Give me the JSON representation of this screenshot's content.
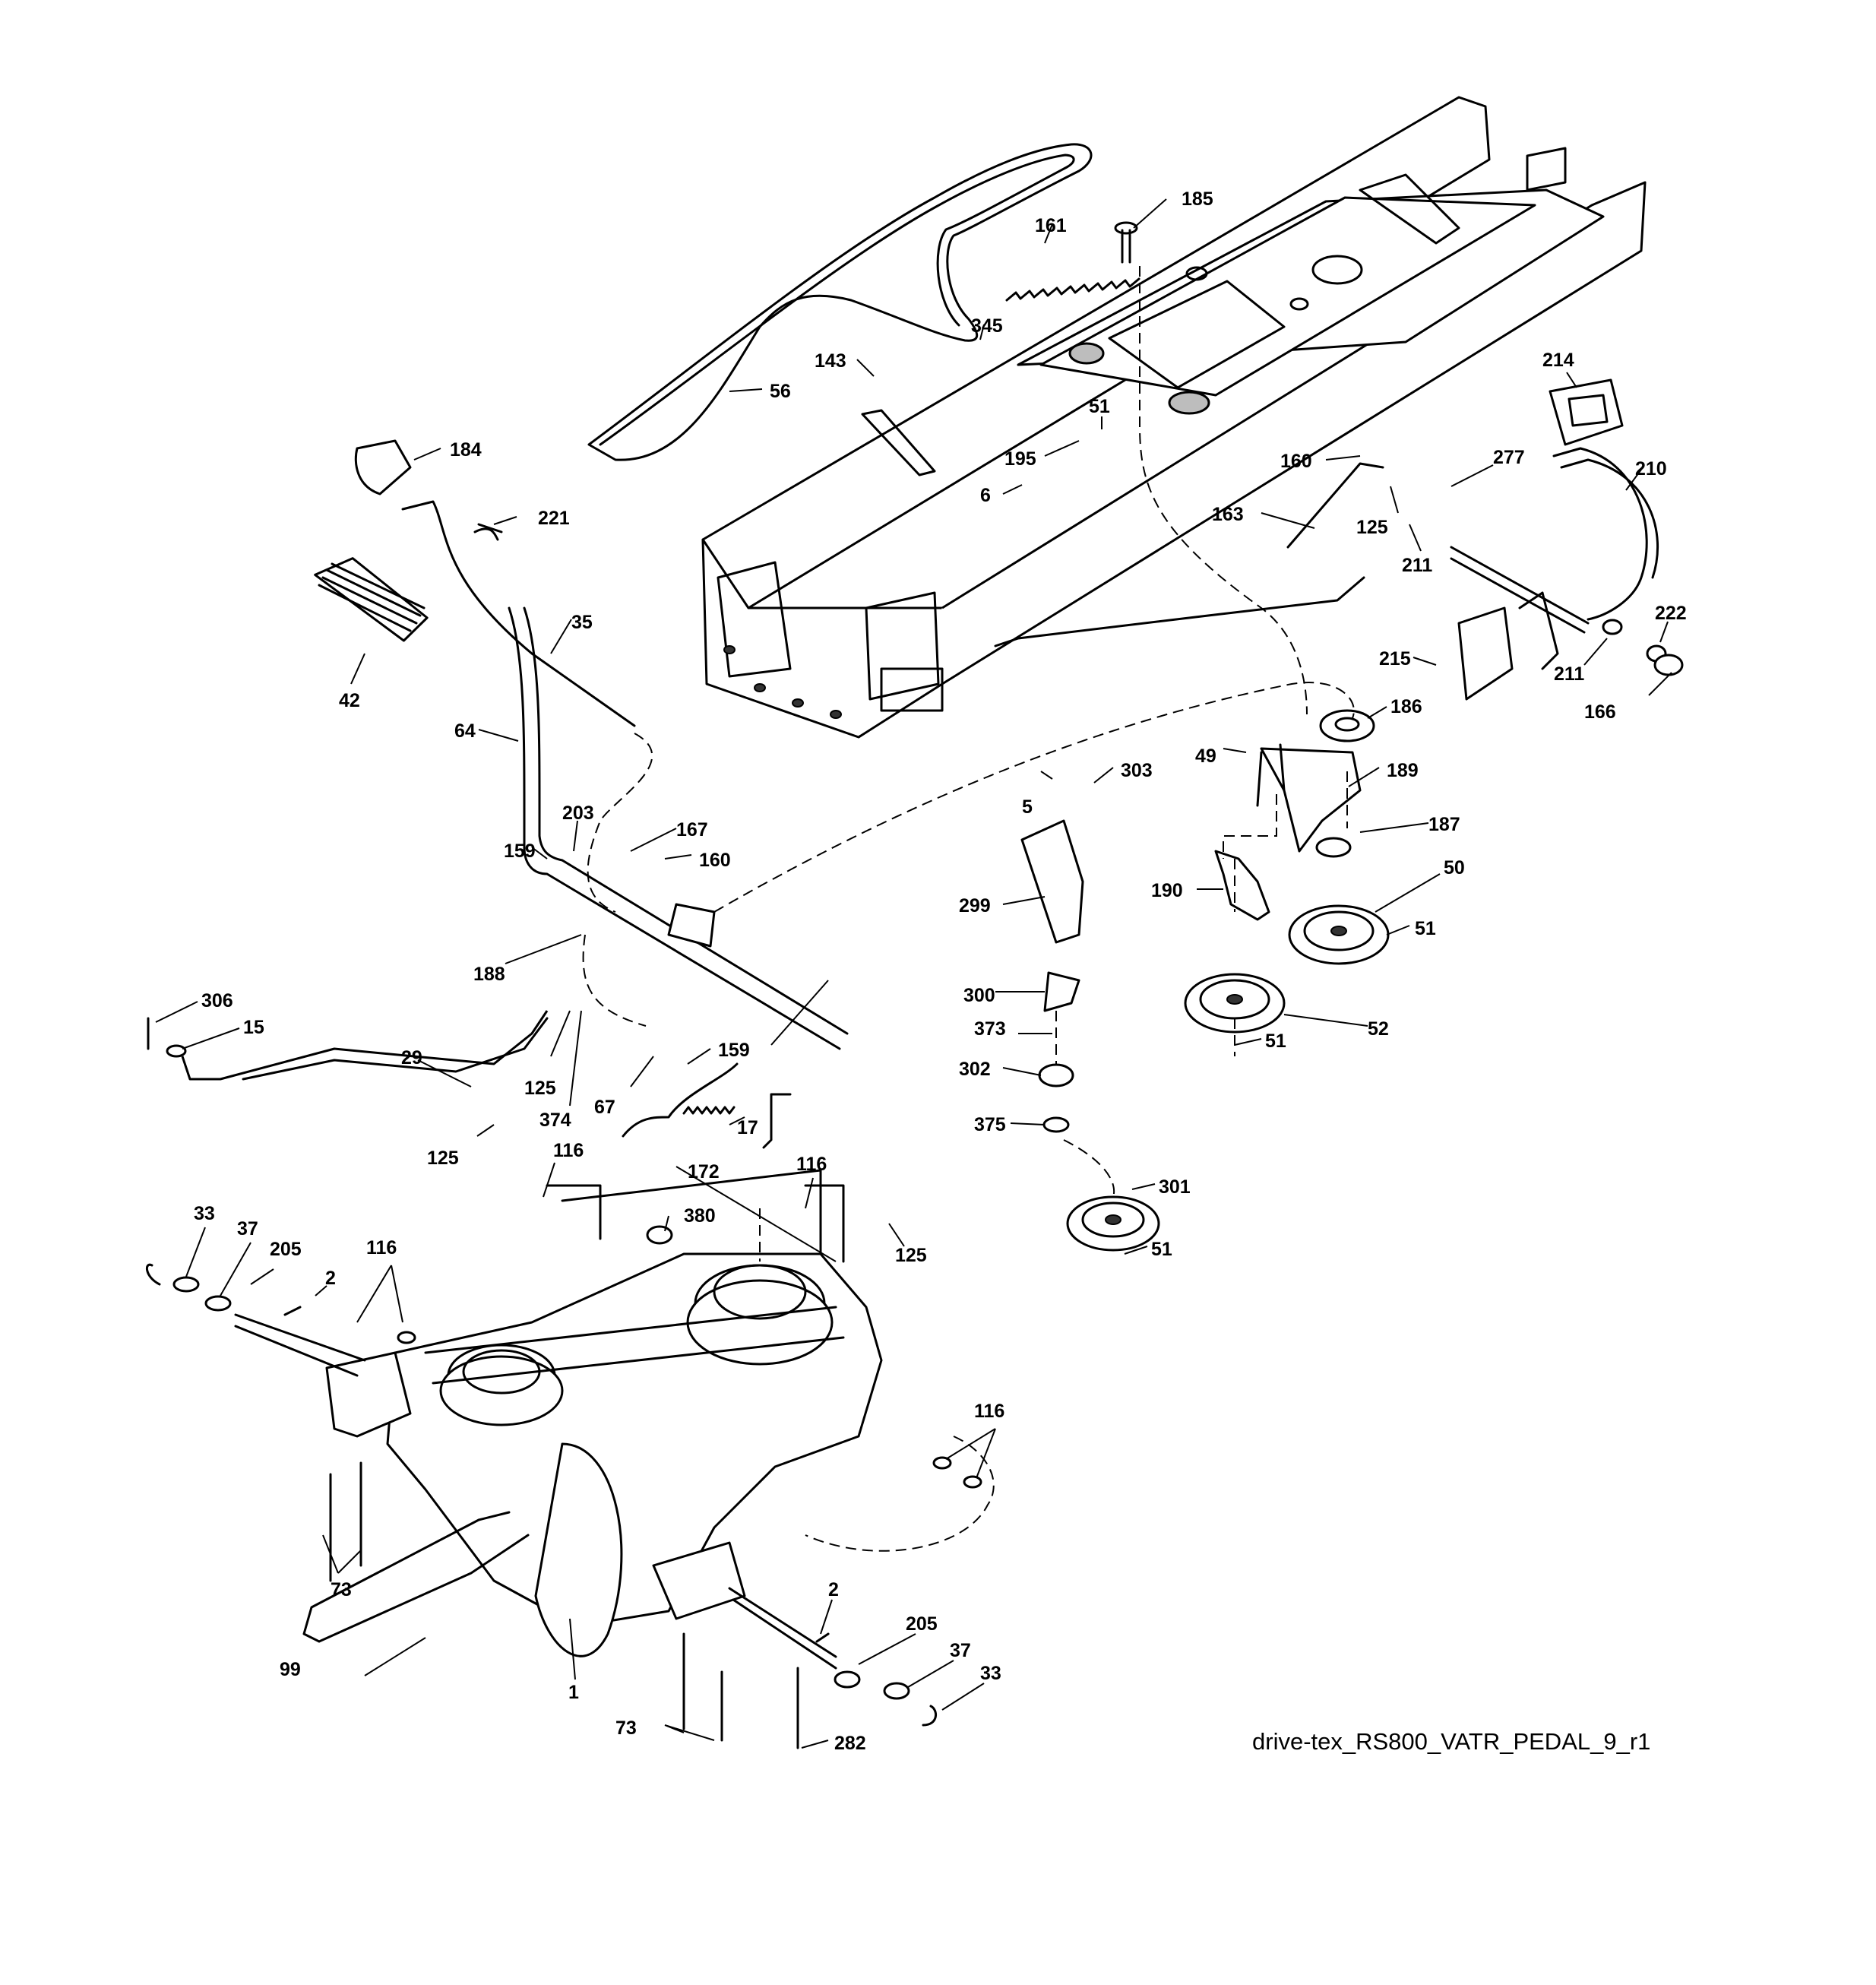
{
  "caption": "drive-tex_RS800_VATR_PEDAL_9_r1",
  "callouts": [
    {
      "id": "185",
      "text": "185"
    },
    {
      "id": "161",
      "text": "161"
    },
    {
      "id": "345",
      "text": "345"
    },
    {
      "id": "143",
      "text": "143"
    },
    {
      "id": "56",
      "text": "56"
    },
    {
      "id": "51a",
      "text": "51"
    },
    {
      "id": "195",
      "text": "195"
    },
    {
      "id": "6",
      "text": "6"
    },
    {
      "id": "184",
      "text": "184"
    },
    {
      "id": "221",
      "text": "221"
    },
    {
      "id": "35",
      "text": "35"
    },
    {
      "id": "42",
      "text": "42"
    },
    {
      "id": "64",
      "text": "64"
    },
    {
      "id": "203",
      "text": "203"
    },
    {
      "id": "159a",
      "text": "159"
    },
    {
      "id": "167",
      "text": "167"
    },
    {
      "id": "160a",
      "text": "160"
    },
    {
      "id": "188",
      "text": "188"
    },
    {
      "id": "306",
      "text": "306"
    },
    {
      "id": "15",
      "text": "15"
    },
    {
      "id": "29",
      "text": "29"
    },
    {
      "id": "125a",
      "text": "125"
    },
    {
      "id": "374",
      "text": "374"
    },
    {
      "id": "67",
      "text": "67"
    },
    {
      "id": "159b",
      "text": "159"
    },
    {
      "id": "17",
      "text": "17"
    },
    {
      "id": "125b",
      "text": "125"
    },
    {
      "id": "116a",
      "text": "116"
    },
    {
      "id": "172",
      "text": "172"
    },
    {
      "id": "116b",
      "text": "116"
    },
    {
      "id": "380",
      "text": "380"
    },
    {
      "id": "125c",
      "text": "125"
    },
    {
      "id": "33a",
      "text": "33"
    },
    {
      "id": "37a",
      "text": "37"
    },
    {
      "id": "205a",
      "text": "205"
    },
    {
      "id": "116c",
      "text": "116"
    },
    {
      "id": "2a",
      "text": "2"
    },
    {
      "id": "116d",
      "text": "116"
    },
    {
      "id": "73a",
      "text": "73"
    },
    {
      "id": "99",
      "text": "99"
    },
    {
      "id": "1",
      "text": "1"
    },
    {
      "id": "2b",
      "text": "2"
    },
    {
      "id": "205b",
      "text": "205"
    },
    {
      "id": "37b",
      "text": "37"
    },
    {
      "id": "33b",
      "text": "33"
    },
    {
      "id": "73b",
      "text": "73"
    },
    {
      "id": "282",
      "text": "282"
    },
    {
      "id": "214",
      "text": "214"
    },
    {
      "id": "277",
      "text": "277"
    },
    {
      "id": "160b",
      "text": "160"
    },
    {
      "id": "210",
      "text": "210"
    },
    {
      "id": "125d",
      "text": "125"
    },
    {
      "id": "163",
      "text": "163"
    },
    {
      "id": "211a",
      "text": "211"
    },
    {
      "id": "222",
      "text": "222"
    },
    {
      "id": "215",
      "text": "215"
    },
    {
      "id": "211b",
      "text": "211"
    },
    {
      "id": "166",
      "text": "166"
    },
    {
      "id": "186",
      "text": "186"
    },
    {
      "id": "49",
      "text": "49"
    },
    {
      "id": "189",
      "text": "189"
    },
    {
      "id": "303",
      "text": "303"
    },
    {
      "id": "5",
      "text": "5"
    },
    {
      "id": "187",
      "text": "187"
    },
    {
      "id": "50",
      "text": "50"
    },
    {
      "id": "190",
      "text": "190"
    },
    {
      "id": "299",
      "text": "299"
    },
    {
      "id": "51b",
      "text": "51"
    },
    {
      "id": "300",
      "text": "300"
    },
    {
      "id": "52",
      "text": "52"
    },
    {
      "id": "373",
      "text": "373"
    },
    {
      "id": "51c",
      "text": "51"
    },
    {
      "id": "302",
      "text": "302"
    },
    {
      "id": "375",
      "text": "375"
    },
    {
      "id": "301",
      "text": "301"
    },
    {
      "id": "51d",
      "text": "51"
    }
  ]
}
